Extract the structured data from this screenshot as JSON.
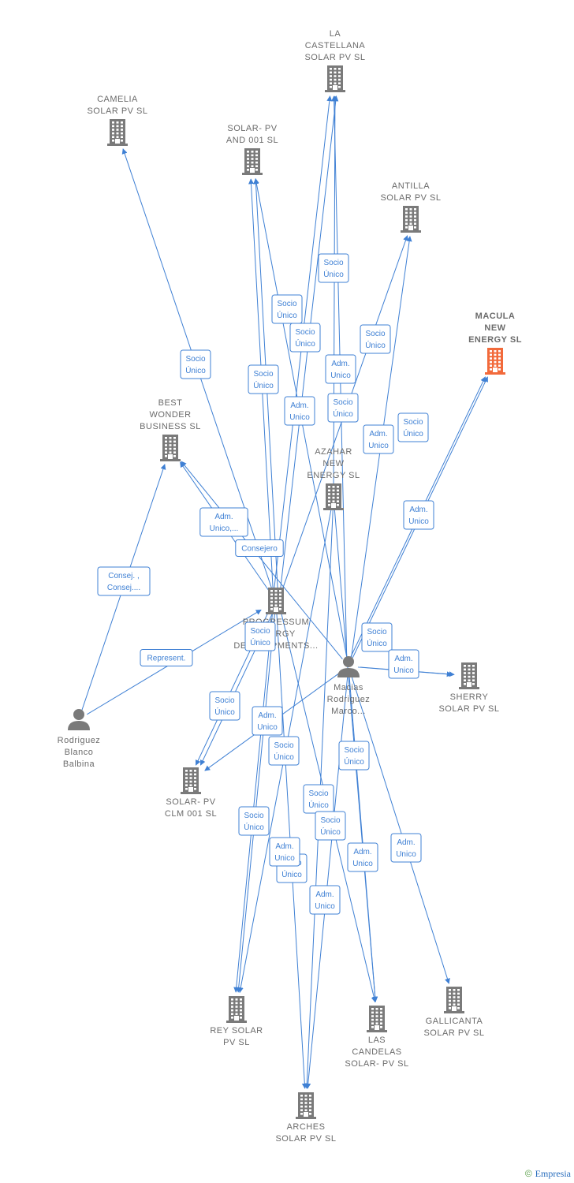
{
  "colors": {
    "edge": "#3f80d4",
    "company": "#7a7a7a",
    "focus": "#f26a3b",
    "person": "#7a7a7a"
  },
  "nodes": [
    {
      "id": "camelia",
      "kind": "company",
      "lines": [
        "CAMELIA",
        "SOLAR PV  SL"
      ]
    },
    {
      "id": "castellana",
      "kind": "company",
      "lines": [
        "LA",
        "CASTELLANA",
        "SOLAR PV  SL"
      ]
    },
    {
      "id": "solarpv001",
      "kind": "company",
      "lines": [
        "SOLAR- PV",
        "AND 001  SL"
      ]
    },
    {
      "id": "antilla",
      "kind": "company",
      "lines": [
        "ANTILLA",
        "SOLAR PV  SL"
      ]
    },
    {
      "id": "macula",
      "kind": "focus",
      "lines": [
        "MACULA",
        "NEW",
        "ENERGY  SL"
      ]
    },
    {
      "id": "bestwonder",
      "kind": "company",
      "lines": [
        "BEST",
        "WONDER",
        "BUSINESS SL"
      ]
    },
    {
      "id": "azahar",
      "kind": "company",
      "lines": [
        "AZAHAR",
        "NEW",
        "ENERGY  SL"
      ]
    },
    {
      "id": "progressum",
      "kind": "company",
      "lines": [
        "PROGRESSUM",
        "ENERGY",
        "DEVELOPMENTS..."
      ]
    },
    {
      "id": "macias",
      "kind": "person",
      "lines": [
        "Macias",
        "Rodriguez",
        "Marco..."
      ]
    },
    {
      "id": "sherry",
      "kind": "company",
      "lines": [
        "SHERRY",
        "SOLAR PV  SL"
      ]
    },
    {
      "id": "rodriguez",
      "kind": "person",
      "lines": [
        "Rodriguez",
        "Blanco",
        "Balbina"
      ]
    },
    {
      "id": "clm001",
      "kind": "company",
      "lines": [
        "SOLAR- PV",
        "CLM 001  SL"
      ]
    },
    {
      "id": "reysolar",
      "kind": "company",
      "lines": [
        "REY SOLAR",
        "PV  SL"
      ]
    },
    {
      "id": "candelas",
      "kind": "company",
      "lines": [
        "LAS",
        "CANDELAS",
        "SOLAR- PV  SL"
      ]
    },
    {
      "id": "gallicanta",
      "kind": "company",
      "lines": [
        "GALLICANTA",
        "SOLAR PV  SL"
      ]
    },
    {
      "id": "arches",
      "kind": "company",
      "lines": [
        "ARCHES",
        "SOLAR PV  SL"
      ]
    }
  ],
  "edges": [
    {
      "lines": [
        "Socio",
        "Único"
      ]
    },
    {
      "lines": [
        "Socio",
        "Único"
      ]
    },
    {
      "lines": [
        "Socio",
        "Único"
      ]
    },
    {
      "lines": [
        "Socio",
        "Único"
      ]
    },
    {
      "lines": [
        "Socio",
        "Único"
      ]
    },
    {
      "lines": [
        "Adm.",
        "Unico"
      ]
    },
    {
      "lines": [
        "Socio",
        "Único"
      ]
    },
    {
      "lines": [
        "Adm.",
        "Unico"
      ]
    },
    {
      "lines": [
        "Socio",
        "Único"
      ]
    },
    {
      "lines": [
        "Adm.",
        "Unico"
      ]
    },
    {
      "lines": [
        "Socio",
        "Único"
      ]
    },
    {
      "lines": [
        "Adm.",
        "Unico"
      ]
    },
    {
      "lines": [
        "Adm.",
        "Unico,..."
      ]
    },
    {
      "lines": [
        "Consejero"
      ]
    },
    {
      "lines": [
        "Consej. ,",
        "Consej...."
      ]
    },
    {
      "lines": [
        "Represent."
      ]
    },
    {
      "lines": [
        "Socio",
        "Único"
      ]
    },
    {
      "lines": [
        "Socio",
        "Único"
      ]
    },
    {
      "lines": [
        "Adm.",
        "Unico"
      ]
    },
    {
      "lines": [
        "Socio",
        "Único"
      ]
    },
    {
      "lines": [
        "Adm.",
        "Unico"
      ]
    },
    {
      "lines": [
        "Socio",
        "Único"
      ]
    },
    {
      "lines": [
        "Socio",
        "Único"
      ]
    },
    {
      "lines": [
        "Socio",
        "Único"
      ]
    },
    {
      "lines": [
        "Socio",
        "Único"
      ]
    },
    {
      "lines": [
        "Socio",
        "Único"
      ]
    },
    {
      "lines": [
        "Adm.",
        "Unico"
      ]
    },
    {
      "lines": [
        "Adm.",
        "Unico"
      ]
    },
    {
      "lines": [
        "Socio",
        "Único"
      ]
    },
    {
      "lines": [
        "Adm.",
        "Unico"
      ]
    },
    {
      "lines": [
        "Adm.",
        "Unico"
      ]
    }
  ],
  "brand": {
    "copyright": "©",
    "name": "Empresia"
  }
}
